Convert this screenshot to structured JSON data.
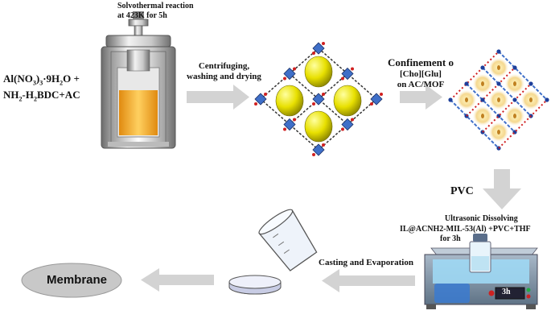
{
  "reactor": {
    "title_line1": "Solvothermal reaction",
    "title_line2": "at 423K for 5h"
  },
  "reactants": {
    "line1": "Al(NO",
    "line1_sub": "3",
    "line1_rest": ")",
    "line1_sub2": "3",
    "line1_tail": "·9H",
    "line1_sub3": "2",
    "line1_end": "O +",
    "line2": "NH",
    "line2_sub": "2",
    "line2_mid": "-H",
    "line2_sub2": "2",
    "line2_end": "BDC+AC"
  },
  "step_centrifuge": {
    "line1": "Centrifuging,",
    "line2": "washing and drying"
  },
  "step_confinement": {
    "line1": "Confinement o",
    "line2": "[Cho][Glu]",
    "line3": "on AC/MOF"
  },
  "step_pvc": {
    "label": "PVC"
  },
  "step_ultrasonic": {
    "line1": "Ultrasonic Dissolving",
    "line2": "IL@ACNH2-MIL-53(Al) +PVC+THF",
    "line3": "for 3h"
  },
  "bath_display": {
    "label": "3h"
  },
  "step_casting": {
    "label": "Casting and Evaporation"
  },
  "membrane": {
    "label": "Membrane"
  },
  "colors": {
    "arrow": "#d3d3d3",
    "yellow_sphere": "#e8e000",
    "blue_node": "#3f6fc8",
    "red_link": "#d02020",
    "membrane_fill": "#c8c8c8",
    "bath_body": "#7a8ea0",
    "bath_water": "#8fd0f0"
  }
}
